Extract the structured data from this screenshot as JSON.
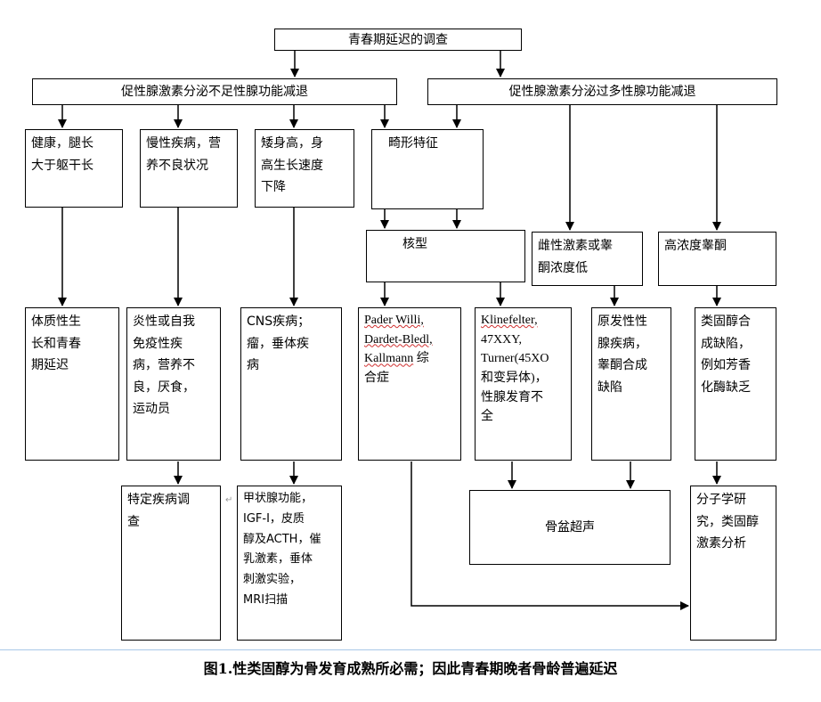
{
  "title": "青春期延迟的调查",
  "branch_left": "促性腺激素分泌不足性腺功能减退",
  "branch_right": "促性腺激素分泌过多性腺功能减退",
  "row2": {
    "healthy": "健康，腿长\n大于躯干长",
    "chronic": "慢性疾病，营\n养不良状况",
    "short": "矮身高，身\n高生长速度\n下降",
    "dysmorphic": "畸形特征"
  },
  "karyotype": "核型",
  "low_sex_steroid": "雌性激素或睾\n酮浓度低",
  "high_testosterone": "高浓度睾酮",
  "row4": {
    "constitutional": "体质性生\n长和青春\n期延迟",
    "inflammatory": "炎性或自我\n免疫性疾\n病，营养不\n良，厌食，\n运动员",
    "cns": "CNS疾病；\n瘤，垂体疾\n病",
    "syndromes_names": [
      "Pader Willi,",
      "Dardet-Bledl,",
      "Kallmann"
    ],
    "syndromes_suffix": " 综\n合症",
    "chromosomal_name": "Klinefelter,",
    "chromosomal_rest": "\n47XXY,\nTurner(45XO\n和变异体)，\n性腺发育不\n全",
    "primary_gonadal": "原发性性\n腺疾病，\n睾酮合成\n缺陷",
    "steroid_defect": "类固醇合\n成缺陷，\n例如芳香\n化酶缺乏"
  },
  "row5": {
    "specific_disease": "特定疾病调\n查",
    "endocrine_tests": "甲状腺功能，\nIGF-I，皮质\n醇及ACTH，催\n乳激素，垂体\n刺激实验，\nMRI扫描",
    "pelvic_ultrasound": "骨盆超声",
    "molecular": "分子学研\n究，类固醇\n激素分析"
  },
  "caption": "图1.性类固醇为骨发育成熟所必需；因此青春期晚者骨龄普遍延迟",
  "colors": {
    "line": "#000000",
    "divider": "#a8c8e8",
    "underline": "#d03030"
  }
}
